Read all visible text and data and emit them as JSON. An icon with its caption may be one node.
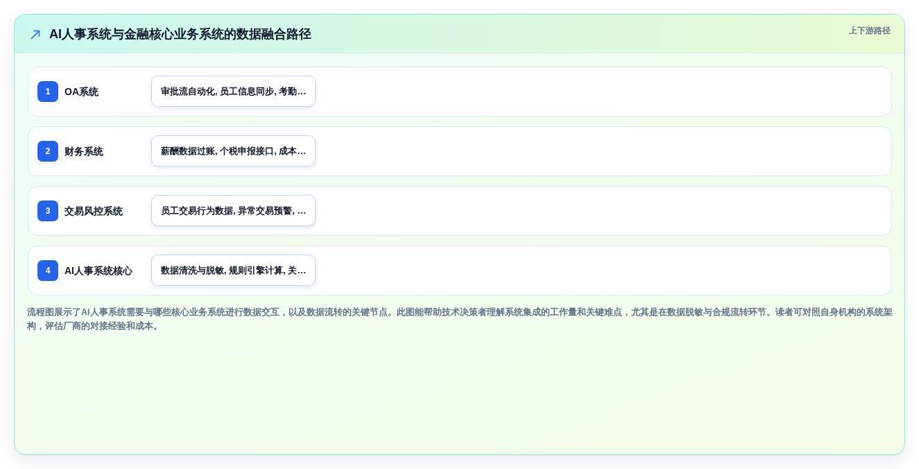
{
  "diagram": {
    "title": "AI人事系统与金融核心业务系统的数据融合路径",
    "caption": "流程图展示了AI人事系统需要与哪些核心业务系统进行数据交互，以及数据流转的关键节点。此图能帮助技术决策者理解系统集成的工作量和关键难点，尤其是在数据脱敏与合规流转环节。读者可对照自身机构的系统架构，评估厂商的对接经验和成本。",
    "nodes": [
      {
        "text": [
          "OA系统"
        ]
      },
      {
        "text": [
          "1"
        ],
        "in": 0
      },
      {
        "text": [
          "审批流自动化, 员工信息同步, 考勤…"
        ],
        "in": 0
      },
      {
        "text": [
          "财务系统"
        ]
      },
      {
        "text": [
          "2"
        ],
        "in": 3
      },
      {
        "text": [
          "薪酬数据过账, 个税申报接口, 成本…"
        ],
        "in": 3
      },
      {
        "text": [
          "交易风控系统"
        ]
      },
      {
        "text": [
          "3"
        ],
        "in": 6
      },
      {
        "text": [
          "员工交易行为数据, 异常交易预警, …"
        ],
        "in": 6
      },
      {
        "text": [
          "AI人事系统核心"
        ]
      },
      {
        "text": [
          "4"
        ],
        "in": 9
      },
      {
        "text": [
          "数据清洗与脱敏, 规则引擎计算, 关…"
        ],
        "in": 9
      }
    ],
    "labels": [
      "上下游路径"
    ]
  }
}
